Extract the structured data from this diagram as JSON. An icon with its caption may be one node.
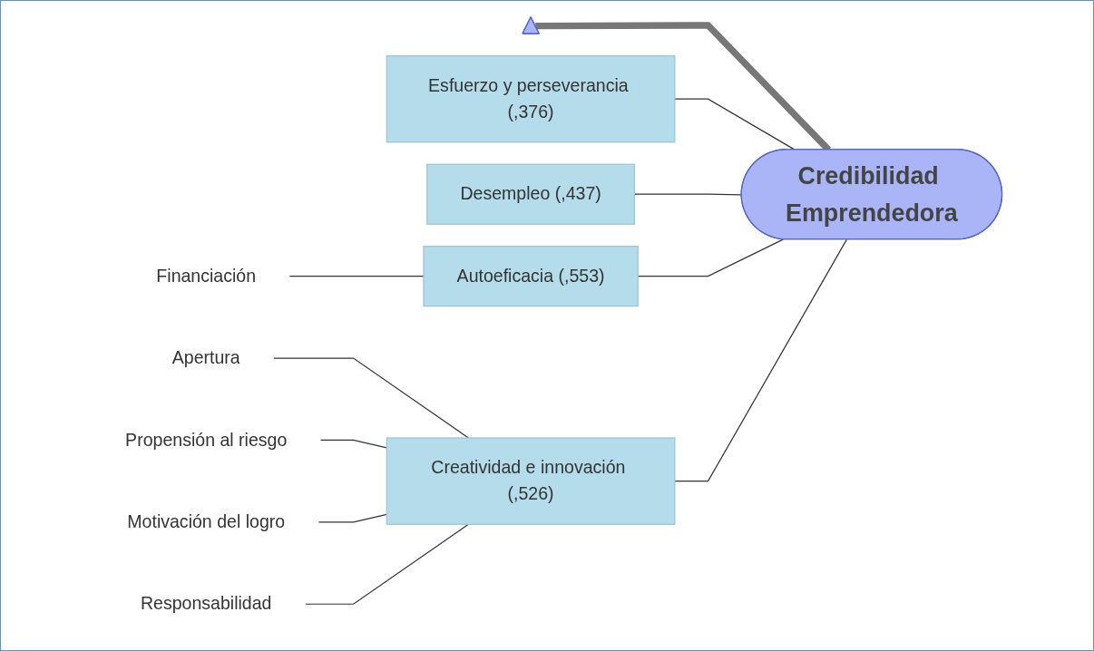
{
  "diagram": {
    "nodes": [
      {
        "text": [
          "Credibilidad Emprendedora"
        ]
      },
      {
        "text": [
          "Desempleo (,437)"
        ]
      },
      {
        "text": [
          "Autoeficacia (,553)"
        ]
      },
      {
        "text": [
          "Financiación"
        ]
      },
      {
        "text": [
          "Esfuerzo y perseverancia (,376)"
        ]
      },
      {
        "text": [
          "Creatividad e innovación (,526)"
        ]
      },
      {
        "text": [
          "Apertura"
        ]
      },
      {
        "text": [
          "Propensión al riesgo"
        ]
      },
      {
        "text": [
          "Motivación del logro"
        ]
      },
      {
        "text": [
          "Responsabilidad"
        ]
      },
      {
        "text": [],
        "shape": "triangle"
      }
    ],
    "edges": [
      {
        "from": 10,
        "to": 0,
        "arrow": "none",
        "style": "thick"
      },
      {
        "from": 4,
        "to": 0,
        "arrow": "none"
      },
      {
        "from": 1,
        "to": 0,
        "arrow": "none"
      },
      {
        "from": 2,
        "to": 0,
        "arrow": "none"
      },
      {
        "from": 3,
        "to": 2,
        "arrow": "none"
      },
      {
        "from": 5,
        "to": 0,
        "arrow": "none"
      },
      {
        "from": 6,
        "to": 5,
        "arrow": "none"
      },
      {
        "from": 7,
        "to": 5,
        "arrow": "none"
      },
      {
        "from": 8,
        "to": 5,
        "arrow": "none"
      },
      {
        "from": 9,
        "to": 5,
        "arrow": "none"
      }
    ]
  }
}
